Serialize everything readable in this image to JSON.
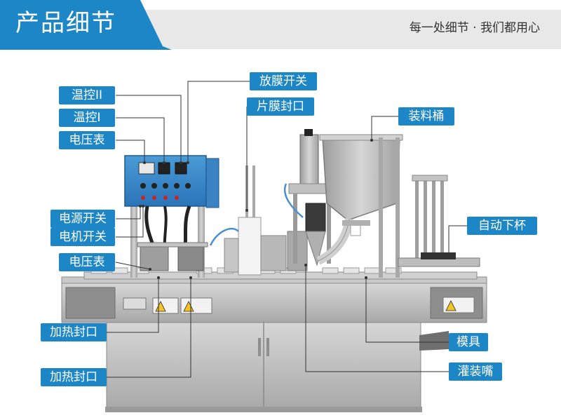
{
  "header": {
    "title": "产品细节",
    "slogan": "每一处细节 · 我们都用心"
  },
  "labels": {
    "temp_ctrl_2": "温控II",
    "temp_ctrl_1": "温控I",
    "voltmeter_top": "电压表",
    "power_switch": "电源开关",
    "motor_switch": "电机开关",
    "voltmeter_bottom": "电压表",
    "heat_seal_1": "加热封口",
    "heat_seal_2": "加热封口",
    "film_release_switch": "放膜开关",
    "film_sealing": "片膜封口",
    "hopper": "装料桶",
    "auto_cup_drop": "自动下杯",
    "mold": "模具",
    "filling_nozzle": "灌装嘴"
  },
  "colors": {
    "accent": "#1d86c7",
    "header_bar": "#e8e8e8",
    "steel": "#b9b9b9"
  }
}
